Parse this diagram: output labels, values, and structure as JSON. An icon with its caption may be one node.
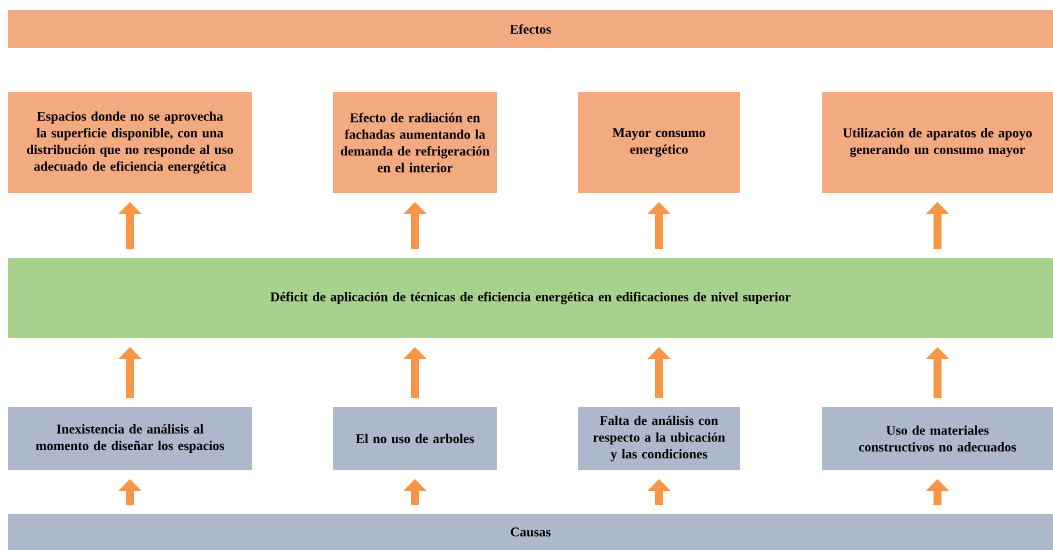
{
  "diagram": {
    "nodes": [
      {
        "text": [
          "Efectos"
        ]
      },
      {
        "text": [
          "Espacios donde no se aprovecha la superficie disponible, con una distribución que no responde al uso adecuado de eficiencia energética"
        ]
      },
      {
        "text": [
          "Efecto de radiación en fachadas aumentando la demanda de refrigeración en el interior"
        ]
      },
      {
        "text": [
          "Mayor consumo energético"
        ]
      },
      {
        "text": [
          "Utilización de aparatos de apoyo generando un consumo mayor"
        ]
      },
      {
        "text": [
          "Déficit de aplicación de técnicas de eficiencia energética en edificaciones de nivel superior"
        ]
      },
      {
        "text": [
          "Inexistencia de análisis al momento de diseñar los espacios"
        ]
      },
      {
        "text": [
          "El no uso de arboles"
        ]
      },
      {
        "text": [
          "Falta de análisis con respecto a la ubicación y las condiciones"
        ]
      },
      {
        "text": [
          "Uso de materiales constructivos no adecuados"
        ]
      },
      {
        "text": [
          "Causas"
        ]
      }
    ],
    "edges": [
      {
        "from": 10,
        "to": 6,
        "arrow": "to"
      },
      {
        "from": 10,
        "to": 7,
        "arrow": "to"
      },
      {
        "from": 10,
        "to": 8,
        "arrow": "to"
      },
      {
        "from": 10,
        "to": 9,
        "arrow": "to"
      },
      {
        "from": 6,
        "to": 5,
        "arrow": "to"
      },
      {
        "from": 7,
        "to": 5,
        "arrow": "to"
      },
      {
        "from": 8,
        "to": 5,
        "arrow": "to"
      },
      {
        "from": 9,
        "to": 5,
        "arrow": "to"
      },
      {
        "from": 5,
        "to": 1,
        "arrow": "to"
      },
      {
        "from": 5,
        "to": 2,
        "arrow": "to"
      },
      {
        "from": 5,
        "to": 3,
        "arrow": "to"
      },
      {
        "from": 5,
        "to": 4,
        "arrow": "to"
      }
    ]
  }
}
